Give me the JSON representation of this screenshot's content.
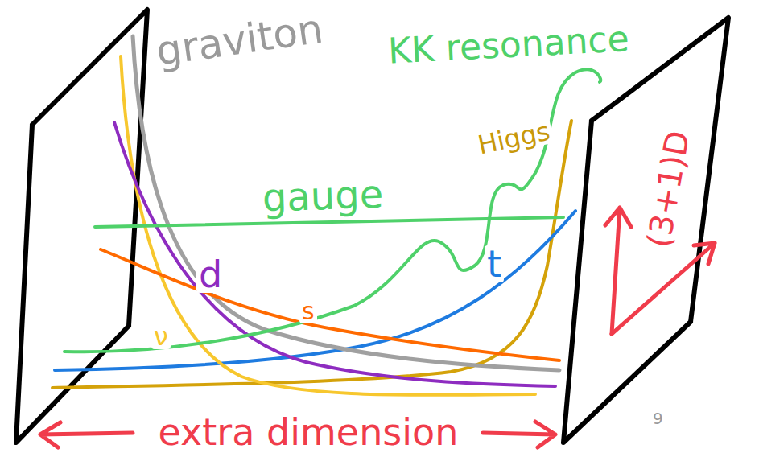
{
  "diagram": {
    "labels": [
      "graviton",
      "KK resonance",
      "Higgs",
      "gauge",
      "d",
      "s",
      "t",
      "ν",
      "(3+1)D",
      "extra dimension",
      "9"
    ]
  }
}
